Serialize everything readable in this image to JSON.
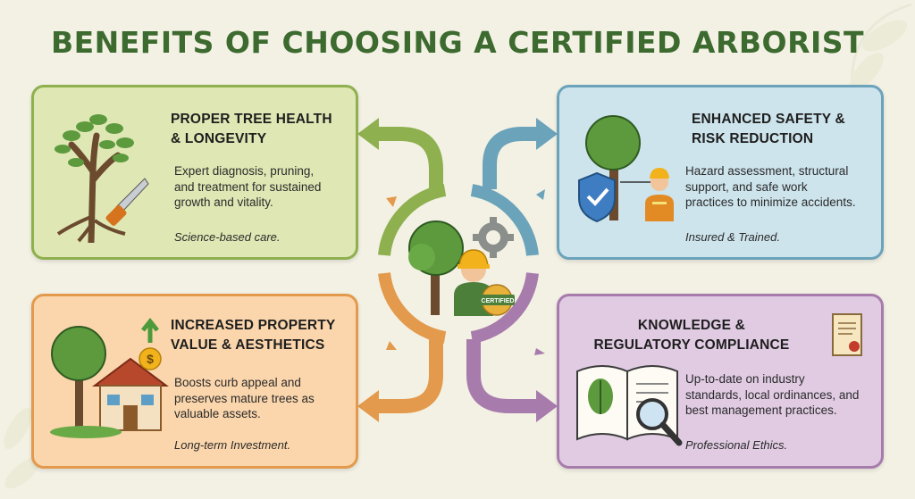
{
  "title": "BENEFITS OF CHOOSING A CERTIFIED ARBORIST",
  "center": {
    "badge_text": "CERTIFIED"
  },
  "cards": [
    {
      "heading_line1": "PROPER TREE HEALTH",
      "heading_line2": "& LONGEVITY",
      "body_line1": "Expert diagnosis, pruning,",
      "body_line2": "and treatment for sustained",
      "body_line3": "growth and vitality.",
      "tagline": "Science-based care.",
      "icon": "tree-with-saw-icon"
    },
    {
      "heading_line1": "ENHANCED SAFETY &",
      "heading_line2": "RISK REDUCTION",
      "body_line1": "Hazard assessment, structural",
      "body_line2": "support, and safe work",
      "body_line3": "practices to minimize accidents.",
      "tagline": "Insured & Trained.",
      "icon": "shield-worker-icon"
    },
    {
      "heading_line1": "INCREASED PROPERTY",
      "heading_line2": "VALUE & AESTHETICS",
      "body_line1": "Boosts curb appeal and",
      "body_line2": "preserves mature trees as",
      "body_line3": "valuable assets.",
      "tagline": "Long-term Investment.",
      "icon": "house-value-icon"
    },
    {
      "heading_line1": "KNOWLEDGE &",
      "heading_line2": "REGULATORY COMPLIANCE",
      "body_line1": "Up-to-date on industry",
      "body_line2": "standards, local ordinances, and",
      "body_line3": "best management practices.",
      "tagline": "Professional Ethics.",
      "icon": "book-certificate-icon"
    }
  ],
  "colors": {
    "title": "#3c6a2f",
    "green": "#8eb04f",
    "blue": "#6ba3bb",
    "orange": "#e39a4c",
    "purple": "#a77cad"
  }
}
